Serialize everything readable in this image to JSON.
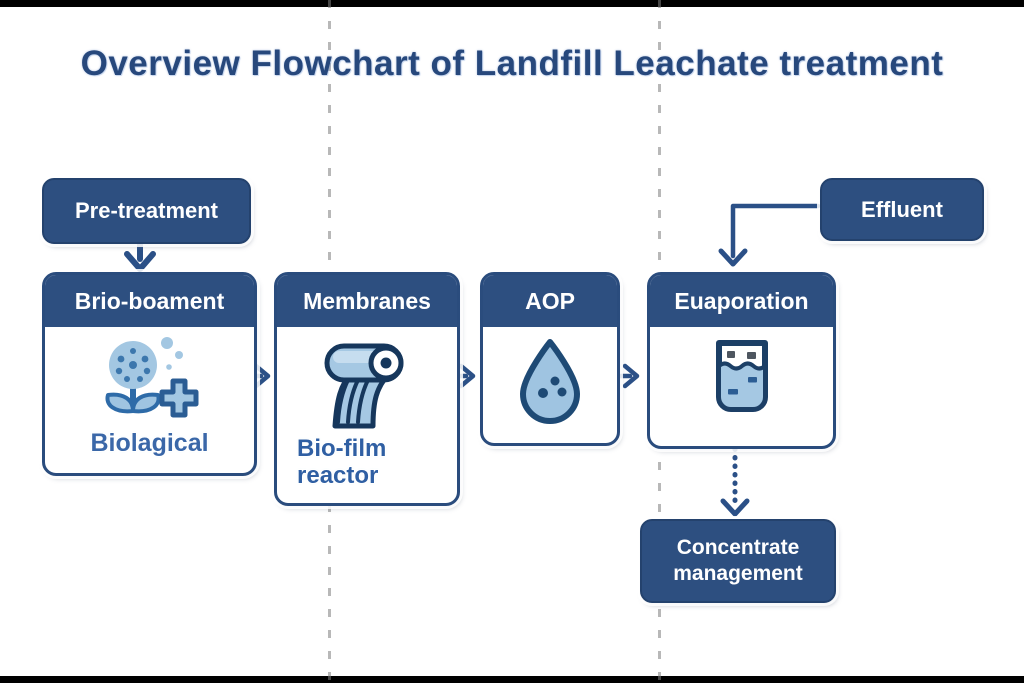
{
  "title": "Overview Flowchart of Landfill Leachate treatment",
  "colors": {
    "node_fill": "#2d4f80",
    "node_border": "#24426d",
    "arrow": "#2b5087",
    "icon_fill_light": "#a5c8e3",
    "icon_outline_dark": "#1c3f66",
    "sublabel_blue": "#3a67a8",
    "title_blue": "#27487c",
    "guide_line_gray": "#7d7d7d"
  },
  "nodes": {
    "pre_treatment": {
      "label": "Pre-treatment"
    },
    "bio_treatment": {
      "header": "Brio-boament",
      "sublabel": "Biolagical",
      "icon": "microbe-flower-icon"
    },
    "membranes": {
      "header": "Membranes",
      "sublabel": "Bio-film reactor",
      "icon": "membrane-roll-icon"
    },
    "aop": {
      "header": "AOP",
      "icon": "water-drop-icon"
    },
    "evaporation": {
      "header": "Euaporation",
      "icon": "beaker-icon"
    },
    "effluent": {
      "label": "Effluent"
    },
    "concentrate_management": {
      "label": "Concentrate management"
    }
  },
  "edges": [
    {
      "from": "Pre-treatment",
      "to": "Brio-boament",
      "style": "solid-chevron-down"
    },
    {
      "from": "Brio-boament",
      "to": "Membranes",
      "style": "solid-chevron-right"
    },
    {
      "from": "Membranes",
      "to": "AOP",
      "style": "solid-chevron-right"
    },
    {
      "from": "AOP",
      "to": "Euaporation",
      "style": "solid-chevron-right"
    },
    {
      "from": "Effluent",
      "to": "Euaporation",
      "style": "solid-elbow-chevron-down"
    },
    {
      "from": "Euaporation",
      "to": "Concentrate management",
      "style": "dotted-chevron-down"
    }
  ]
}
